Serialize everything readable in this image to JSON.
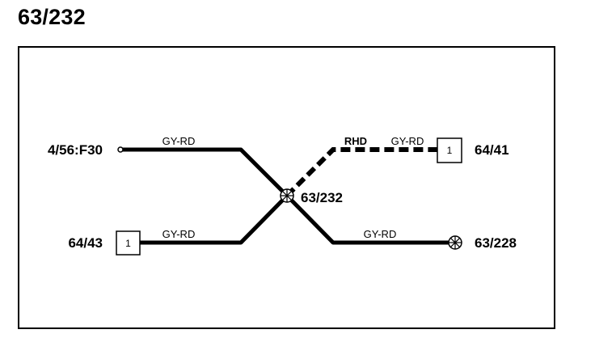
{
  "title": "63/232",
  "connectors": {
    "left_top": "4/56:F30",
    "left_bottom": "64/43",
    "right_top": "64/41",
    "right_bottom": "63/228",
    "splice": "63/232"
  },
  "wires": {
    "top_left": "GY-RD",
    "bottom_left": "GY-RD",
    "top_right": "GY-RD",
    "bottom_right": "GY-RD",
    "variant": "RHD"
  },
  "pins": {
    "left_bottom": "1",
    "right_top": "1"
  },
  "colors": {
    "line": "#000000",
    "background": "#ffffff"
  }
}
